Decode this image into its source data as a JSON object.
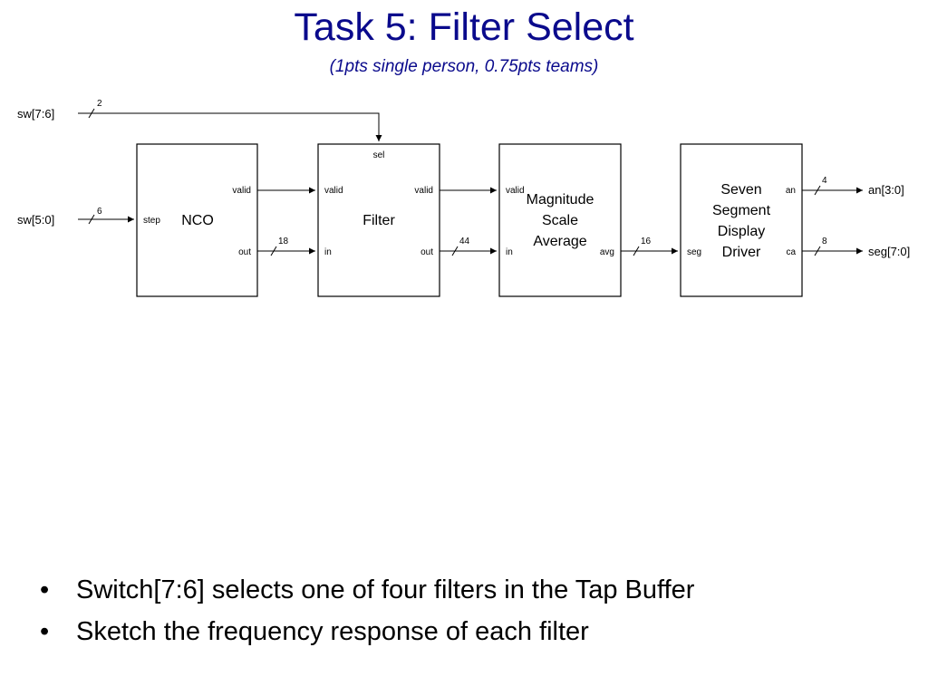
{
  "title": "Task 5: Filter Select",
  "subtitle": "(1pts single person, 0.75pts teams)",
  "diagram": {
    "inputs": {
      "sw_hi": "sw[7:6]",
      "sw_lo": "sw[5:0]"
    },
    "outputs": {
      "an": "an[3:0]",
      "seg": "seg[7:0]"
    },
    "widths": {
      "sw_hi": "2",
      "sw_lo": "6",
      "nco_out": "18",
      "filter_out": "44",
      "avg": "16",
      "an": "4",
      "seg": "8"
    },
    "nco": {
      "name": "NCO",
      "ports": {
        "valid": "valid",
        "step": "step",
        "out": "out"
      }
    },
    "filter": {
      "name": "Filter",
      "ports": {
        "sel": "sel",
        "valid_in": "valid",
        "valid_out": "valid",
        "in": "in",
        "out": "out"
      }
    },
    "msa": {
      "name_lines": [
        "Magnitude",
        "Scale",
        "Average"
      ],
      "ports": {
        "valid": "valid",
        "in": "in",
        "avg": "avg"
      }
    },
    "ssd": {
      "name_lines": [
        "Seven",
        "Segment",
        "Display",
        "Driver"
      ],
      "ports": {
        "seg": "seg",
        "an": "an",
        "ca": "ca"
      }
    }
  },
  "bullets": [
    "Switch[7:6] selects one of four filters in the Tap Buffer",
    "Sketch the frequency response of each filter"
  ]
}
